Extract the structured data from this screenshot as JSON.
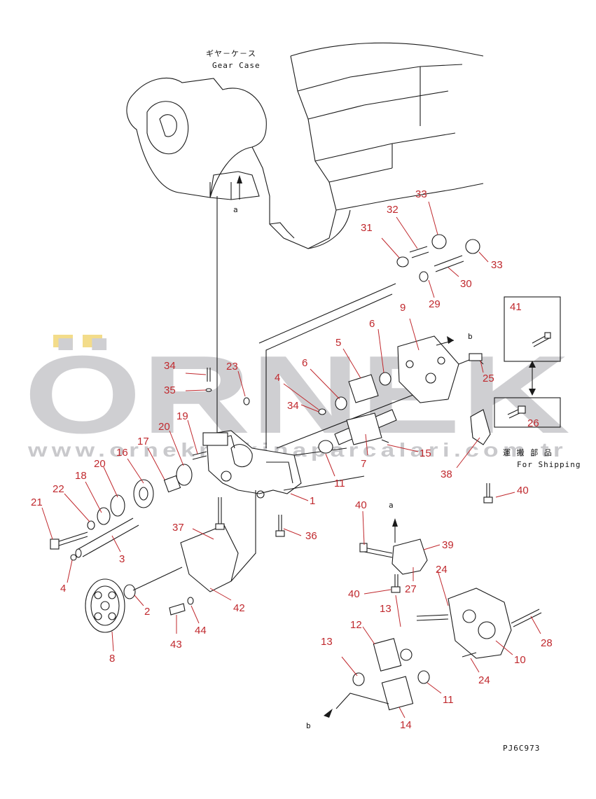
{
  "watermark": {
    "brand": "ÖRNEK",
    "url": "www.ornekmakinaparcalari.com.tr",
    "accent_color": "#f3dc8a"
  },
  "labels": {
    "gear_case_jp": "ギヤ－ケ－ス",
    "gear_case_en": "Gear Case",
    "shipping_jp": "運 搬 部 品",
    "shipping_en": "For Shipping",
    "drawing_code": "PJ6C973",
    "view_a_top": "a",
    "view_a_bottom": "a",
    "view_b_top": "b",
    "view_b_bottom": "b"
  },
  "callouts": [
    "1",
    "2",
    "3",
    "4",
    "4",
    "5",
    "6",
    "6",
    "7",
    "8",
    "9",
    "10",
    "11",
    "11",
    "12",
    "13",
    "13",
    "14",
    "15",
    "16",
    "17",
    "18",
    "19",
    "20",
    "20",
    "21",
    "22",
    "23",
    "24",
    "24",
    "25",
    "26",
    "27",
    "28",
    "29",
    "30",
    "31",
    "32",
    "33",
    "33",
    "34",
    "34",
    "35",
    "36",
    "37",
    "38",
    "39",
    "40",
    "40",
    "40",
    "41",
    "42",
    "43",
    "44"
  ],
  "colors": {
    "callout": "#c0282d",
    "ink": "#1a1a1a",
    "watermark": "#cfcfd2"
  }
}
